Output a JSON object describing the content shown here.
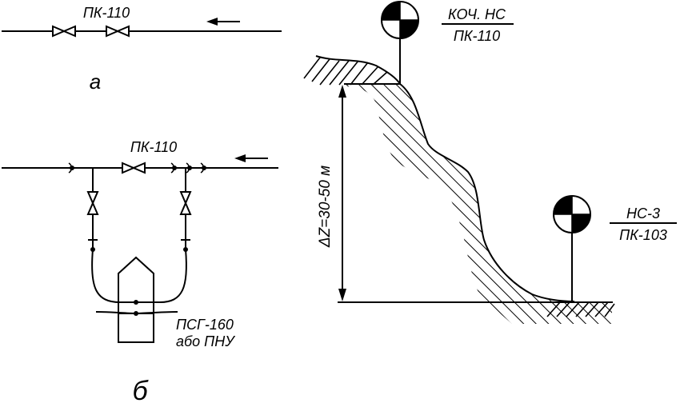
{
  "scheme_a": {
    "valve_label": "ПК-110",
    "caption": "а"
  },
  "scheme_b": {
    "valve_label": "ПК-110",
    "pump_label_line1": "ПСГ-160",
    "pump_label_line2": "або ПНУ",
    "caption": "б"
  },
  "profile": {
    "top_station": {
      "name": "КОЧ. НС",
      "pipe": "ПК-110"
    },
    "bottom_station": {
      "name": "НС-3",
      "pipe": "ПК-103"
    },
    "height_label": "ΔZ=30-50 м"
  }
}
